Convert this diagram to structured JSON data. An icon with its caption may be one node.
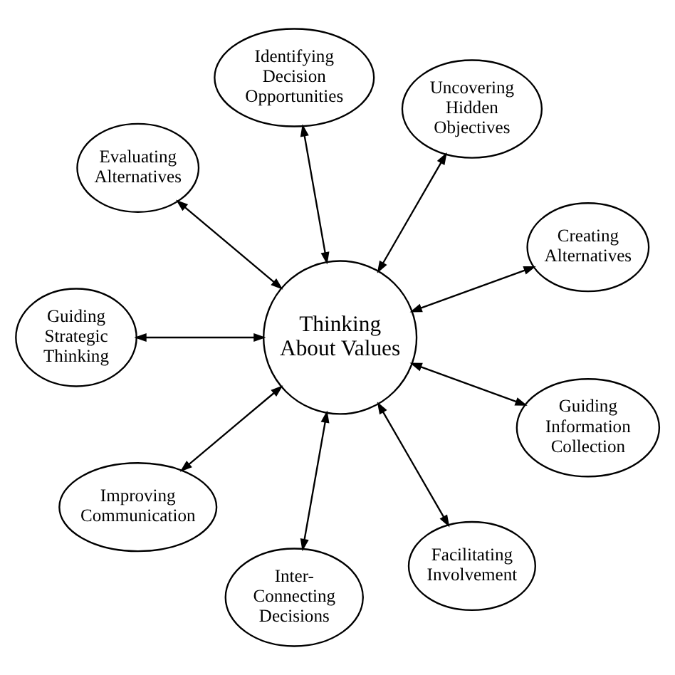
{
  "diagram": {
    "nodes": [
      {
        "text": [
          "Thinking About Values"
        ]
      },
      {
        "text": [
          "Creating Alternatives"
        ]
      },
      {
        "text": [
          "Uncovering Hidden Objectives"
        ]
      },
      {
        "text": [
          "Identifying Decision Opportunities"
        ]
      },
      {
        "text": [
          "Evaluating Alternatives"
        ]
      },
      {
        "text": [
          "Guiding Strategic Thinking"
        ]
      },
      {
        "text": [
          "Improving Communication"
        ]
      },
      {
        "text": [
          "Inter-Connecting Decisions"
        ]
      },
      {
        "text": [
          "Facilitating Involvement"
        ]
      },
      {
        "text": [
          "Guiding Information Collection"
        ]
      }
    ],
    "edges": [
      {
        "from": 0,
        "to": 1,
        "arrow": "both"
      },
      {
        "from": 0,
        "to": 3,
        "arrow": "both"
      },
      {
        "from": 0,
        "to": 5,
        "arrow": "both"
      },
      {
        "from": 0,
        "to": 7,
        "arrow": "both"
      },
      {
        "from": 0,
        "to": 9,
        "arrow": "both"
      },
      {
        "from": 0,
        "to": 8,
        "arrow": "both"
      },
      {
        "from": 0,
        "to": 6,
        "arrow": "both"
      },
      {
        "from": 0,
        "to": 4,
        "arrow": "both"
      },
      {
        "from": 0,
        "to": 2,
        "arrow": "both"
      }
    ]
  }
}
